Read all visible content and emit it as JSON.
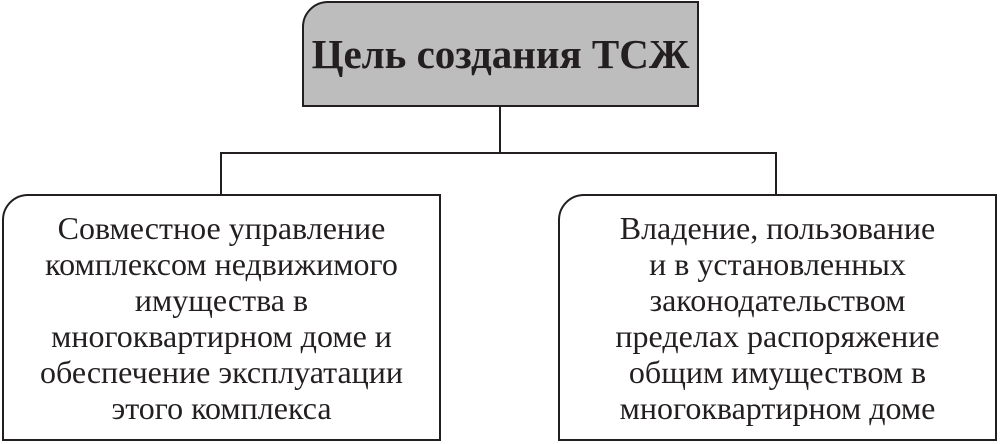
{
  "title": "Цель создания ТСЖ",
  "children": [
    {
      "lines": [
        "Совместное управление",
        "комплексом недвижимого",
        "имущества в",
        "многоквартирном доме и",
        "обеспечение эксплуатации",
        "этого комплекса"
      ]
    },
    {
      "lines": [
        "Владение, пользование",
        "и в установленных",
        "законодательством",
        "пределах распоряжение",
        "общим имуществом в",
        "многоквартирном доме"
      ]
    }
  ]
}
